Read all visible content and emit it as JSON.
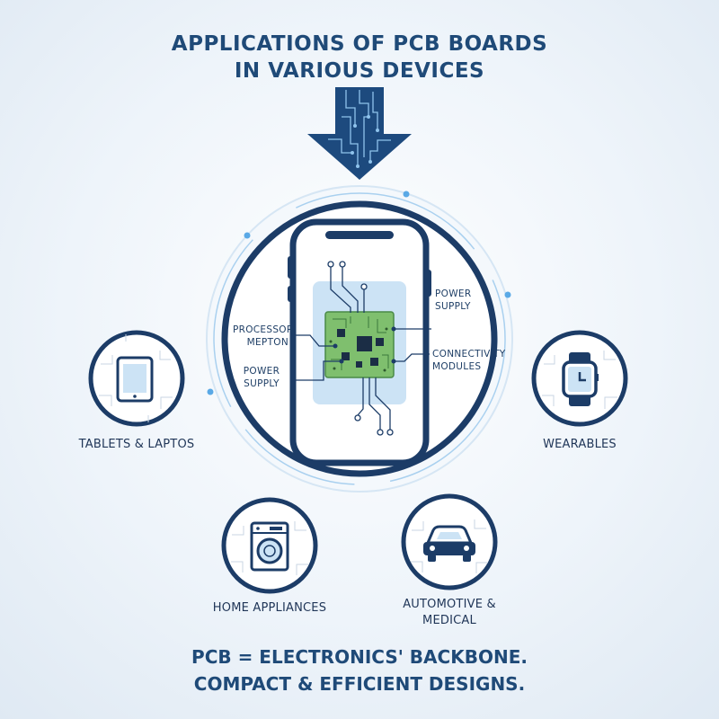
{
  "title": {
    "line1": "APPLICATIONS OF PCB BOARDS",
    "line2": "IN VARIOUS DEVICES"
  },
  "phone_labels": {
    "processor_line1": "PROCESSOR",
    "processor_line2": "MEPTON",
    "power_left_line1": "POWER",
    "power_left_line2": "SUPPLY",
    "power_right_line1": "POWER",
    "power_right_line2": "SUPPLY",
    "connectivity_line1": "CONNECTIVITY",
    "connectivity_line2": "MODULES"
  },
  "categories": {
    "tablets": "TABLETS & LAPTOS",
    "wearables": "WEARABLES",
    "home": "HOME APPLIANCES",
    "automotive_line1": "AUTOMOTIVE &",
    "automotive_line2": "MEDICAL"
  },
  "footer": {
    "line1": "PCB = ELECTRONICS' BACKBONE.",
    "line2": "COMPACT & EFFICIENT DESIGNS."
  },
  "colors": {
    "navy": "#1c3c67",
    "pcb_green": "#7fbf6e",
    "accent_blue": "#5aa9e6",
    "background": "#eef4fa"
  },
  "icons": [
    "down-arrow-circuit-icon",
    "smartphone-icon",
    "tablet-icon",
    "smartwatch-icon",
    "washing-machine-icon",
    "car-icon"
  ]
}
